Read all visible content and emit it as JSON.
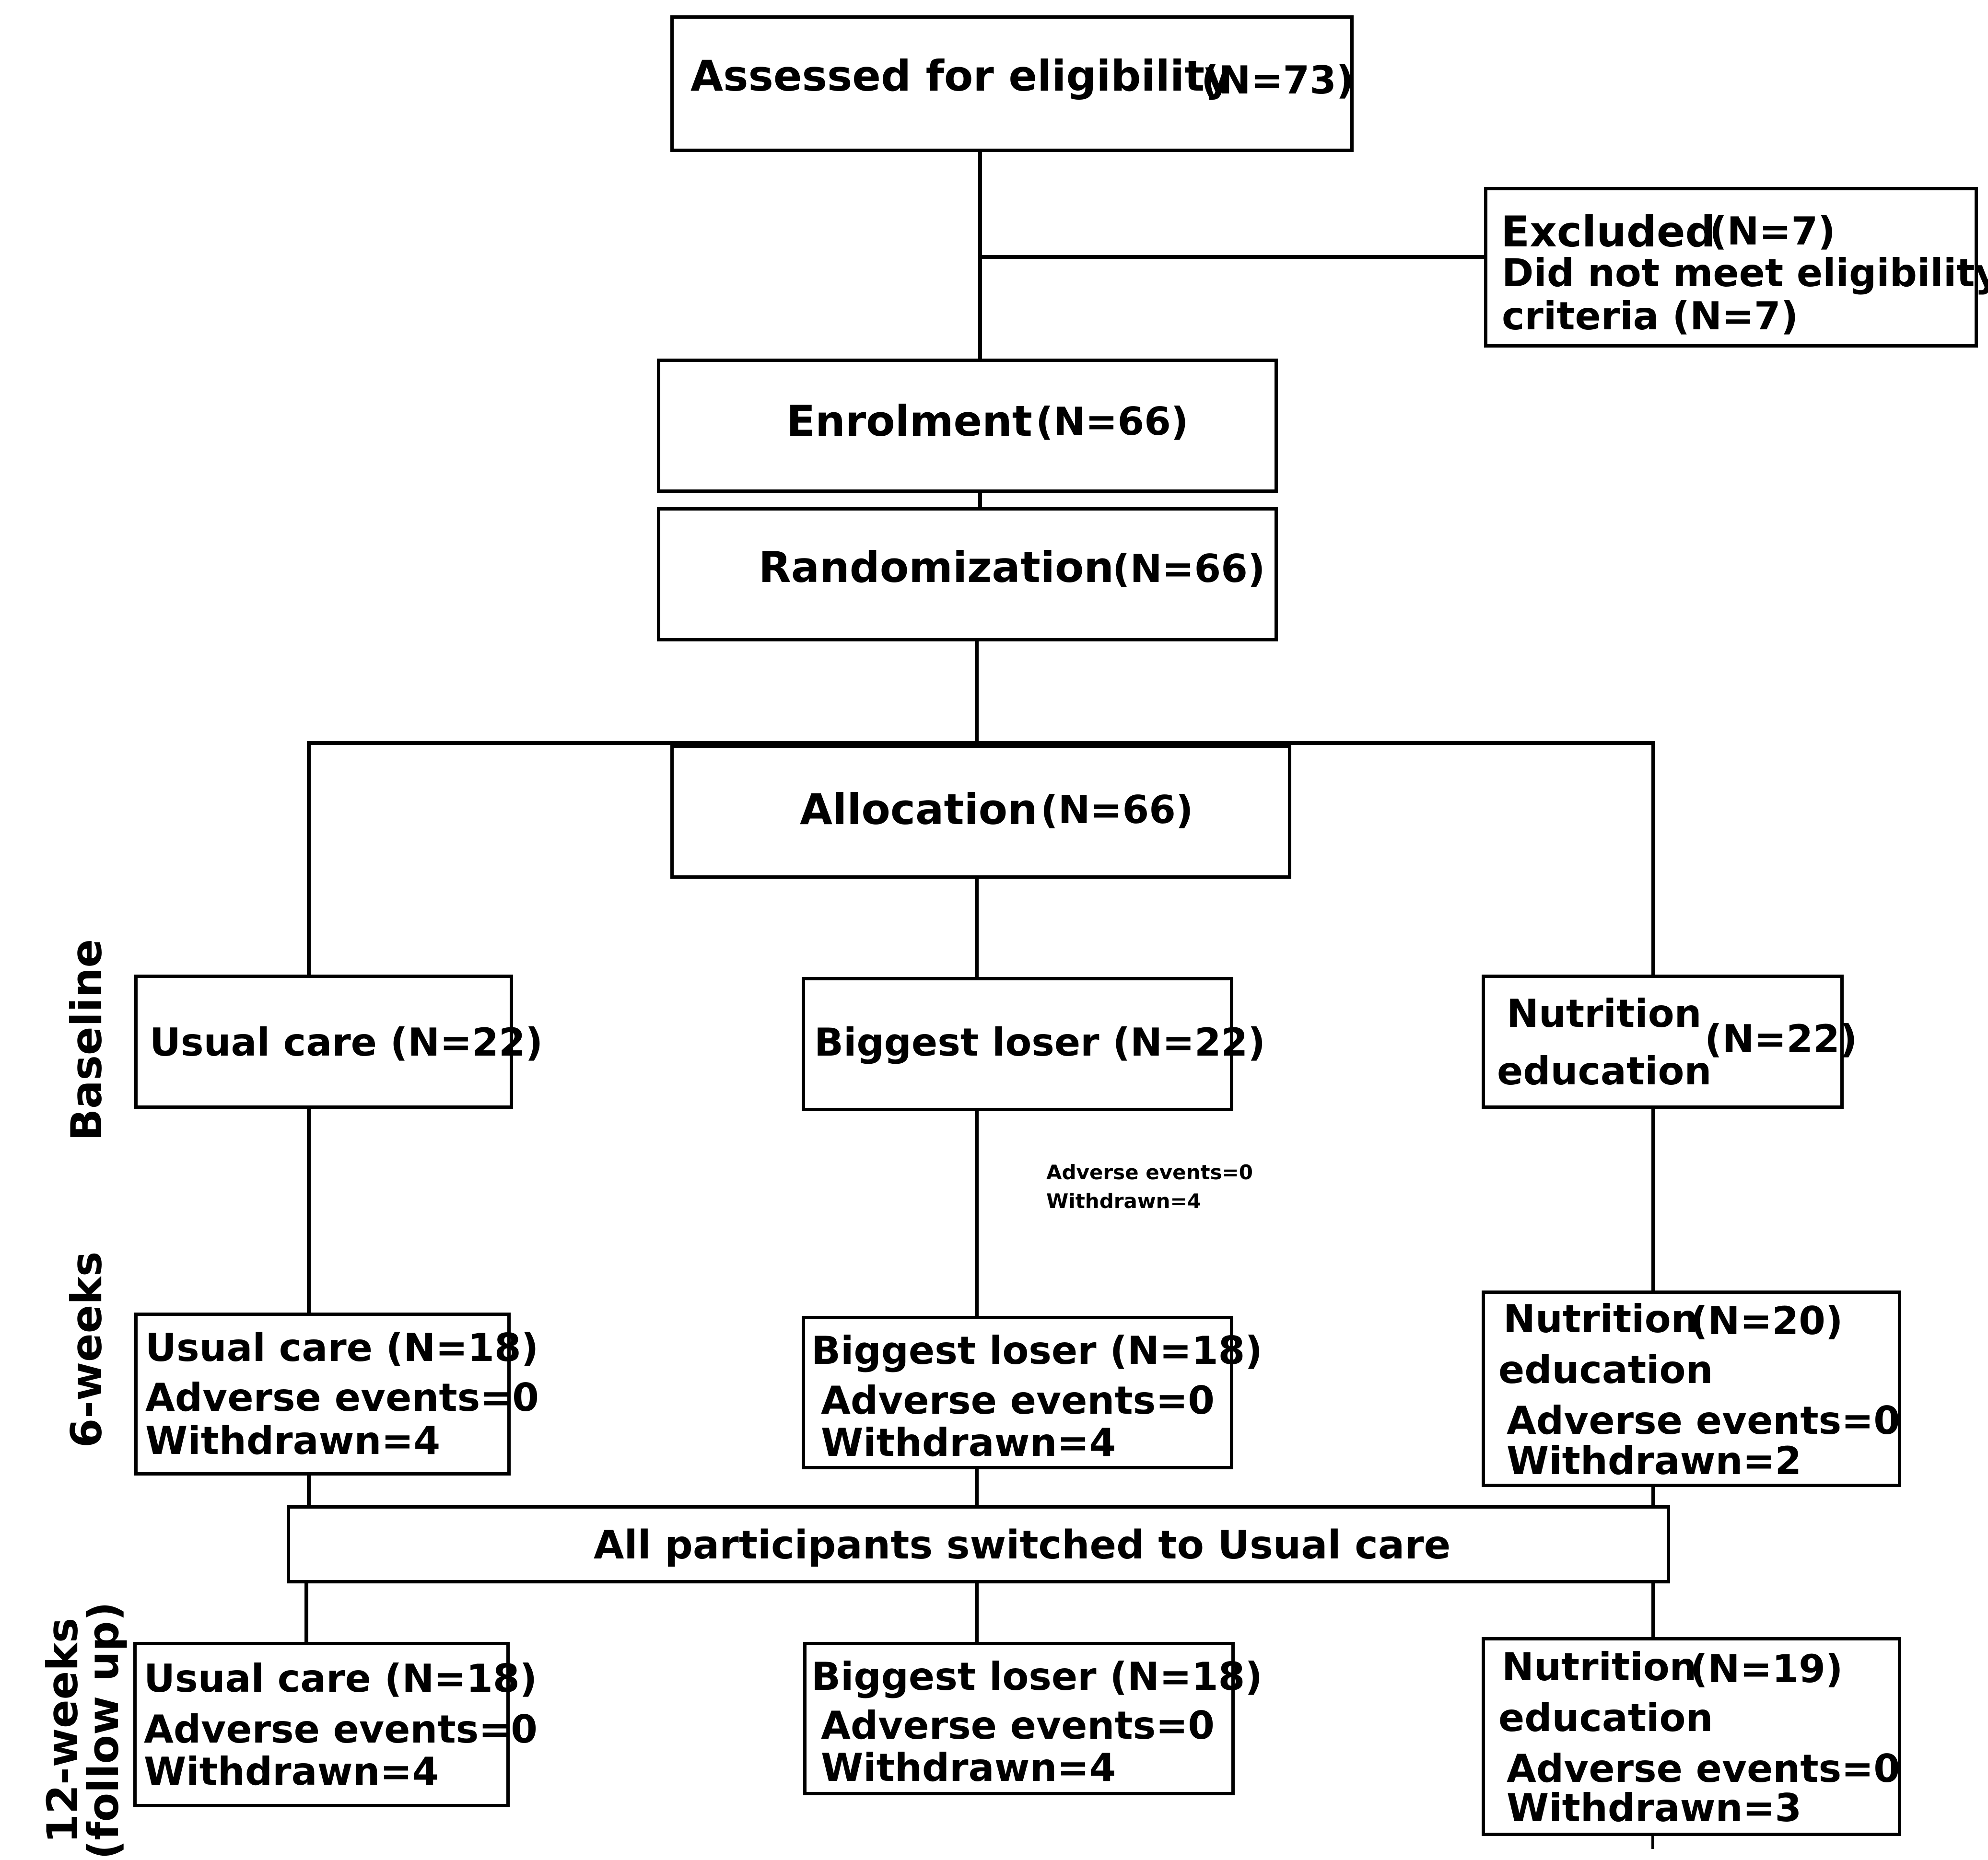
{
  "assessed": {
    "label": "Assessed for eligibility",
    "n": "(N=73)"
  },
  "excluded": {
    "line1": "Excluded",
    "n1": "(N=7)",
    "line2": "Did not meet eligibility",
    "line3": "criteria (N=7)"
  },
  "enrolment": {
    "label": "Enrolment",
    "n": "(N=66)"
  },
  "randomization": {
    "label": "Randomization",
    "n": "(N=66)"
  },
  "allocation": {
    "label": "Allocation",
    "n": "(N=66)"
  },
  "phases": {
    "baseline": "Baseline",
    "six_weeks": "6-weeks",
    "twelve_weeks_1": "12-weeks",
    "twelve_weeks_2": "(follow up)"
  },
  "baseline": {
    "usual_care": "Usual care (N=22)",
    "biggest_loser": "Biggest loser (N=22)",
    "nutrition_label1": "Nutrition",
    "nutrition_label2": "education",
    "nutrition_n": "(N=22)"
  },
  "stray_note": {
    "line1": "Adverse events=0",
    "line2": "Withdrawn=4"
  },
  "week6": {
    "usual_care": {
      "title": "Usual care (N=18)",
      "adverse": "Adverse events=0",
      "withdrawn": "Withdrawn=4"
    },
    "biggest_loser": {
      "title": "Biggest loser (N=18)",
      "adverse": "Adverse events=0",
      "withdrawn": "Withdrawn=4"
    },
    "nutrition": {
      "label1": "Nutrition",
      "n": "(N=20)",
      "label2": "education",
      "adverse": "Adverse events=0",
      "withdrawn": "Withdrawn=2"
    }
  },
  "switch_banner": "All participants switched to Usual care",
  "week12": {
    "usual_care": {
      "title": "Usual care (N=18)",
      "adverse": "Adverse events=0",
      "withdrawn": "Withdrawn=4"
    },
    "biggest_loser": {
      "title": "Biggest loser (N=18)",
      "adverse": "Adverse events=0",
      "withdrawn": "Withdrawn=4"
    },
    "nutrition": {
      "label1": "Nutrition",
      "n": "(N=19)",
      "label2": "education",
      "adverse": "Adverse events=0",
      "withdrawn": "Withdrawn=3"
    }
  }
}
